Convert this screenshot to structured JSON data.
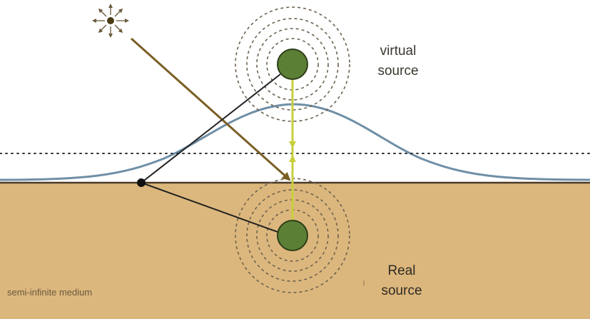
{
  "labels": {
    "virtual_line1": "virtual",
    "virtual_line2": "source",
    "real_line1": "Real",
    "real_line2": "source",
    "medium": "semi-infinite medium"
  },
  "colors": {
    "medium_fill": "#dcb77d",
    "surface_line": "#4a3a2a",
    "source_fill": "#5c7f36",
    "source_stroke": "#2d3f1a",
    "wave_rings": "#6d6250",
    "gaussian_curve": "#6f8fa6",
    "dotted_line": "#333333",
    "incident_ray": "#7a5f24",
    "path_lines": "#222222",
    "vertical_arrows": "#c7cf3c",
    "sun": "#5a4a1a"
  },
  "icons": {
    "light_source": "sun-icon"
  }
}
